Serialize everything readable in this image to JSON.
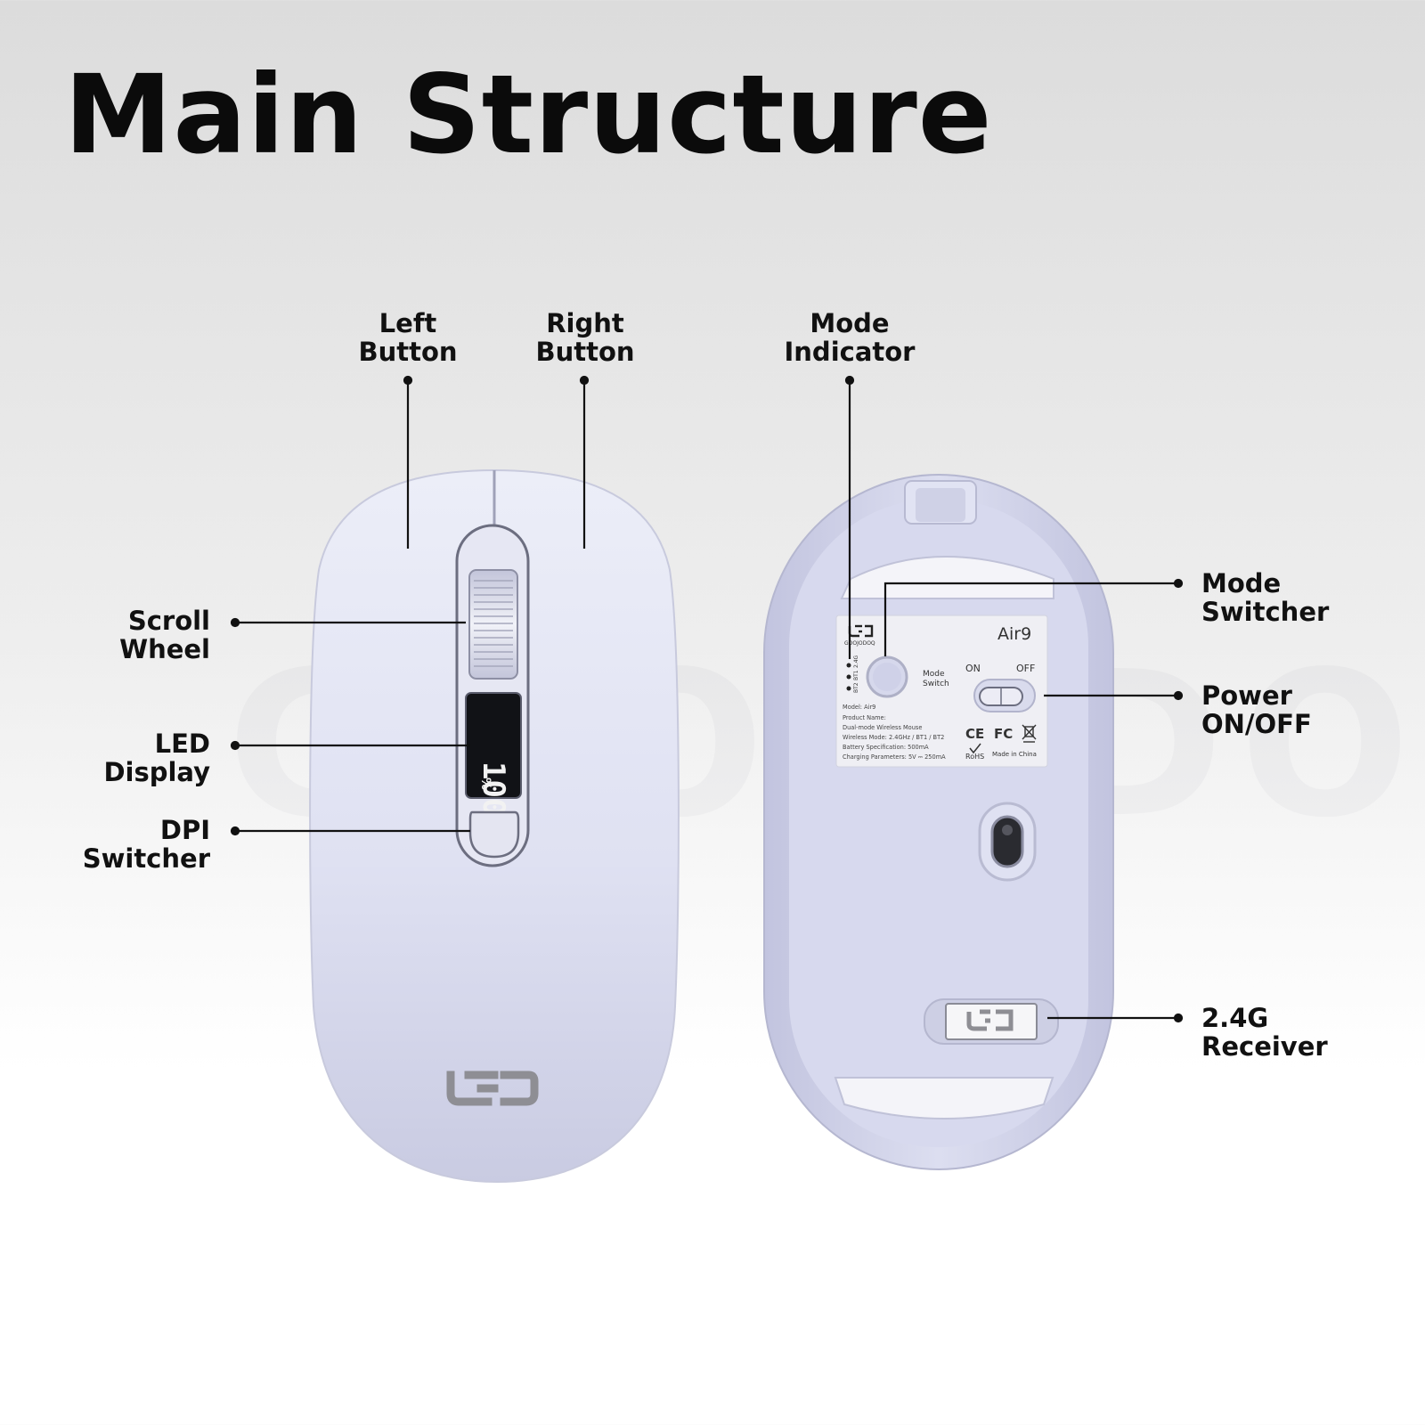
{
  "title": "Main Structure",
  "watermark": "GOOJODOQ",
  "labels": {
    "left_button": [
      "Left",
      "Button"
    ],
    "right_button": [
      "Right",
      "Button"
    ],
    "mode_indicator": [
      "Mode",
      "Indicator"
    ],
    "scroll_wheel": [
      "Scroll",
      "Wheel"
    ],
    "led_display": [
      "LED",
      "Display"
    ],
    "dpi_switcher": [
      "DPI",
      "Switcher"
    ],
    "mode_switcher": [
      "Mode",
      "Switcher"
    ],
    "power": [
      "Power",
      "ON/OFF"
    ],
    "receiver": [
      "2.4G",
      "Receiver"
    ]
  },
  "display_reading": "100",
  "display_unit": "%",
  "bottom_label": {
    "model_name": "Air9",
    "brand_small": "GOOJODOQ",
    "indicators": [
      "2.4G",
      "BT1",
      "BT2"
    ],
    "mode_switch": [
      "Mode",
      "Switch"
    ],
    "on": "ON",
    "off": "OFF",
    "specs": [
      "Model: Air9",
      "Product Name:",
      "Dual-mode Wireless Mouse",
      "Wireless Mode: 2.4GHz / BT1 / BT2",
      "Battery Specification: 500mA",
      "Charging Parameters: 5V ⎓ 250mA"
    ],
    "marks": {
      "ce": "CE",
      "fc": "FC",
      "rohs": "RoHS",
      "made_in": "Made in China"
    }
  },
  "colors": {
    "body": "#d9dbf0",
    "accent": "#111111",
    "logo": "#8e8e94"
  }
}
